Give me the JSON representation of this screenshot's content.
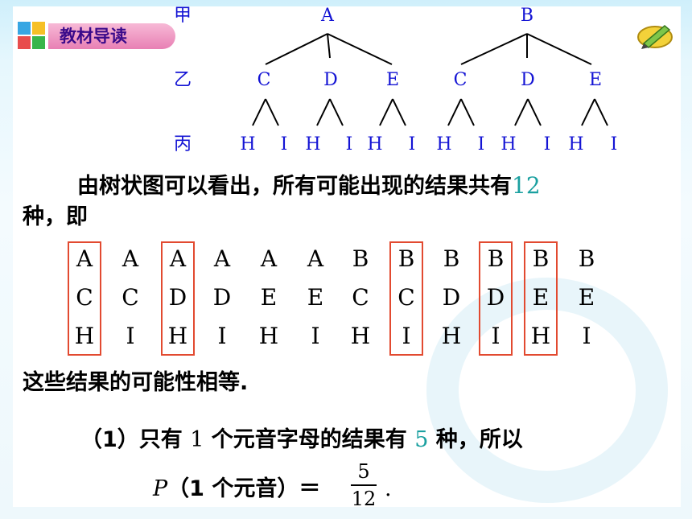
{
  "header": {
    "badge_label": "教材导读"
  },
  "tree": {
    "row_labels": [
      "甲",
      "乙",
      "丙"
    ],
    "level1": [
      "A",
      "B"
    ],
    "level2": [
      "C",
      "D",
      "E",
      "C",
      "D",
      "E"
    ],
    "level3": [
      "H",
      "I",
      "H",
      "I",
      "H",
      "I",
      "H",
      "I",
      "H",
      "I",
      "H",
      "I"
    ]
  },
  "text": {
    "line1_prefix": "由树状图可以看出，所有可能出现的结果共有",
    "line1_count": "12",
    "line2": "种，即",
    "equal_statement": "这些结果的可能性相等.",
    "q1_prefix": "（1）只有",
    "q1_n": "1",
    "q1_mid": "个元音字母的结果有",
    "q1_k": "5",
    "q1_suffix": "种，所以",
    "prob_p": "P",
    "prob_arg": "（1 个元音）＝",
    "frac_num": "5",
    "frac_den": "12",
    "period": "."
  },
  "outcomes": {
    "row1": [
      "A",
      "A",
      "A",
      "A",
      "A",
      "A",
      "B",
      "B",
      "B",
      "B",
      "B",
      "B"
    ],
    "row2": [
      "C",
      "C",
      "D",
      "D",
      "E",
      "E",
      "C",
      "C",
      "D",
      "D",
      "E",
      "E"
    ],
    "row3": [
      "H",
      "I",
      "H",
      "I",
      "H",
      "I",
      "H",
      "I",
      "H",
      "I",
      "H",
      "I"
    ],
    "highlighted_columns": [
      1,
      3,
      8,
      10,
      11
    ]
  },
  "colors": {
    "tree_text": "#1414d4",
    "highlight_box": "#e24a30",
    "badge_text": "#3a0a8a"
  }
}
